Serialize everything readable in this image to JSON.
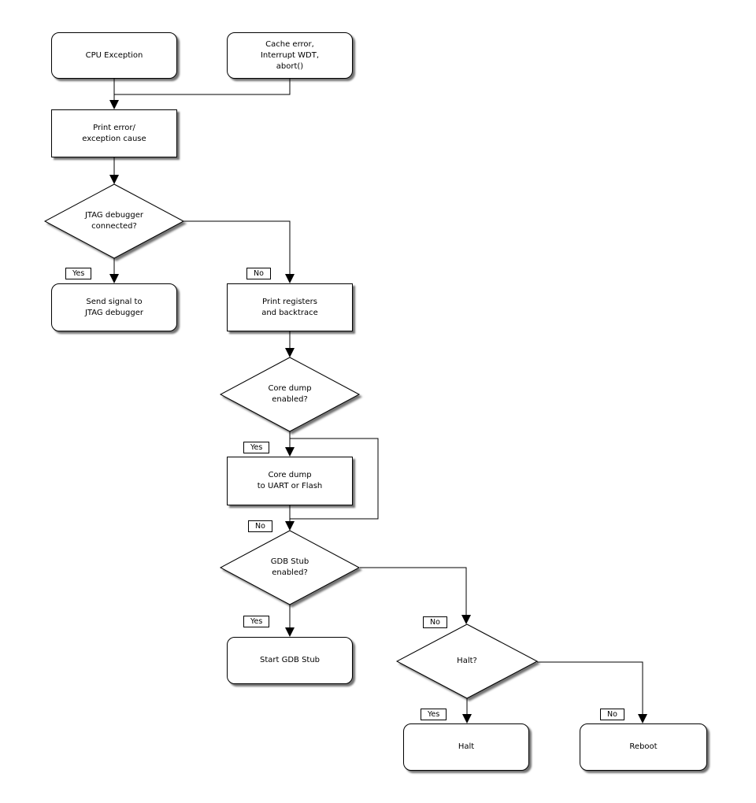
{
  "nodes": {
    "cpu_exception": {
      "label": "CPU Exception",
      "type": "terminal"
    },
    "cache_error": {
      "label": "Cache error,\nInterrupt WDT,\nabort()",
      "type": "terminal"
    },
    "print_error": {
      "label": "Print error/\nexception cause",
      "type": "process"
    },
    "jtag_connected": {
      "label": "JTAG debugger\nconnected?",
      "type": "decision"
    },
    "send_signal": {
      "label": "Send signal to\nJTAG debugger",
      "type": "terminal"
    },
    "print_registers": {
      "label": "Print registers\nand backtrace",
      "type": "process"
    },
    "core_dump_enabled": {
      "label": "Core dump\nenabled?",
      "type": "decision"
    },
    "core_dump": {
      "label": "Core dump\nto UART or Flash",
      "type": "process"
    },
    "gdb_stub_enabled": {
      "label": "GDB Stub\nenabled?",
      "type": "decision"
    },
    "start_gdb_stub": {
      "label": "Start GDB Stub",
      "type": "terminal"
    },
    "halt_question": {
      "label": "Halt?",
      "type": "decision"
    },
    "halt": {
      "label": "Halt",
      "type": "terminal"
    },
    "reboot": {
      "label": "Reboot",
      "type": "terminal"
    }
  },
  "edge_labels": {
    "jtag_yes": "Yes",
    "jtag_no": "No",
    "core_dump_yes": "Yes",
    "core_dump_no": "No",
    "gdb_yes": "Yes",
    "gdb_no": "No",
    "halt_yes": "Yes",
    "halt_no": "No"
  },
  "colors": {
    "line": "#000000",
    "node_fill": "#ffffff",
    "text": "#000000",
    "background": "#ffffff"
  }
}
